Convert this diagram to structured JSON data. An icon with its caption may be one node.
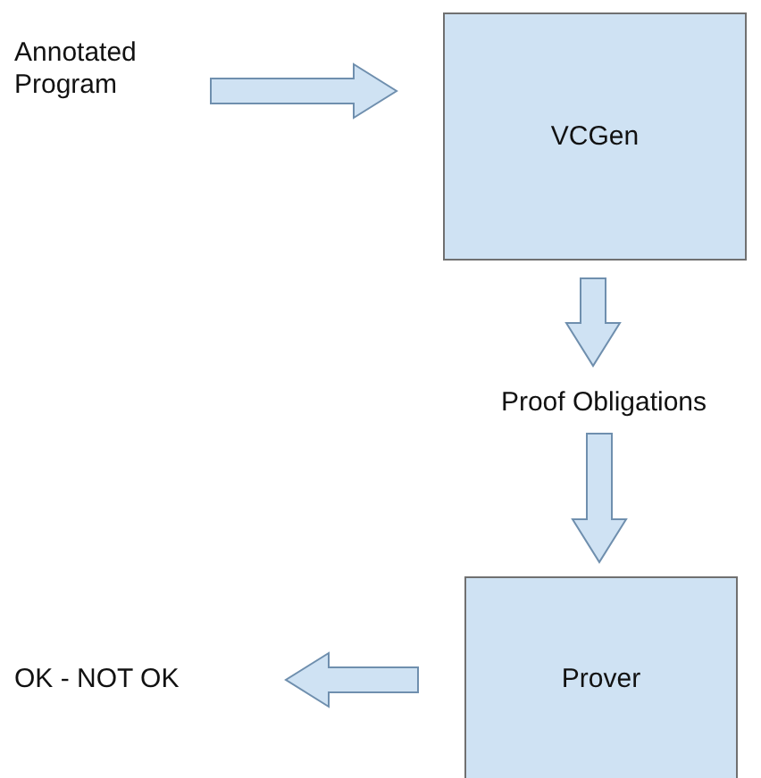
{
  "diagram": {
    "nodes": [
      {
        "text": [
          "Annotated Program"
        ]
      },
      {
        "text": [
          "VCGen"
        ]
      },
      {
        "text": [
          "Proof Obligations"
        ]
      },
      {
        "text": [
          "Prover"
        ]
      },
      {
        "text": [
          "OK - NOT OK"
        ]
      }
    ],
    "edges": [
      {
        "from": 0,
        "to": 1,
        "arrow": "to"
      },
      {
        "from": 1,
        "to": 2,
        "arrow": "to"
      },
      {
        "from": 2,
        "to": 3,
        "arrow": "to"
      },
      {
        "from": 3,
        "to": 4,
        "arrow": "to"
      }
    ]
  }
}
